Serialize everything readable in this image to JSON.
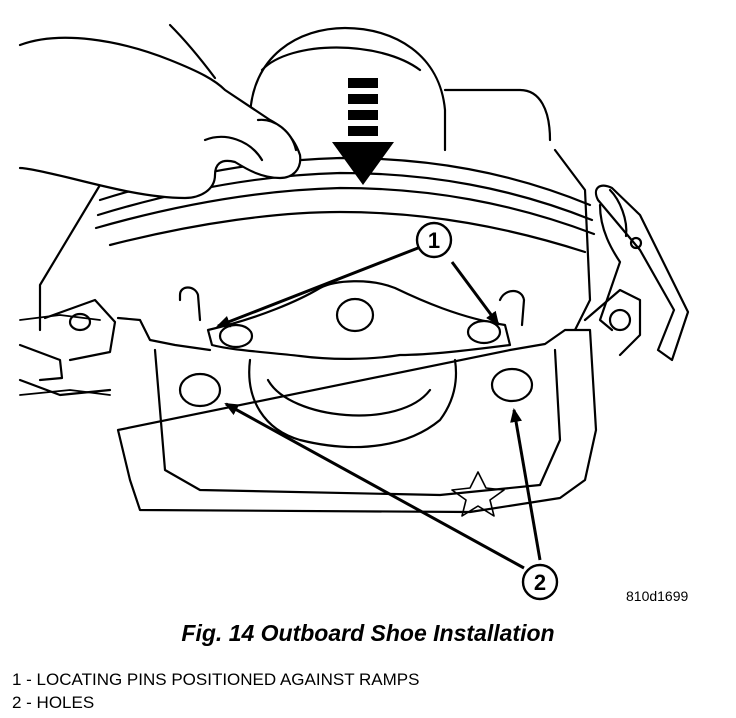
{
  "figure": {
    "title": "Fig. 14 Outboard Shoe Installation",
    "reference_id": "810d1699",
    "callouts": [
      {
        "number": "1"
      },
      {
        "number": "2"
      }
    ],
    "legend": [
      "1 - LOCATING PINS POSITIONED AGAINST RAMPS",
      "2 - HOLES"
    ]
  }
}
